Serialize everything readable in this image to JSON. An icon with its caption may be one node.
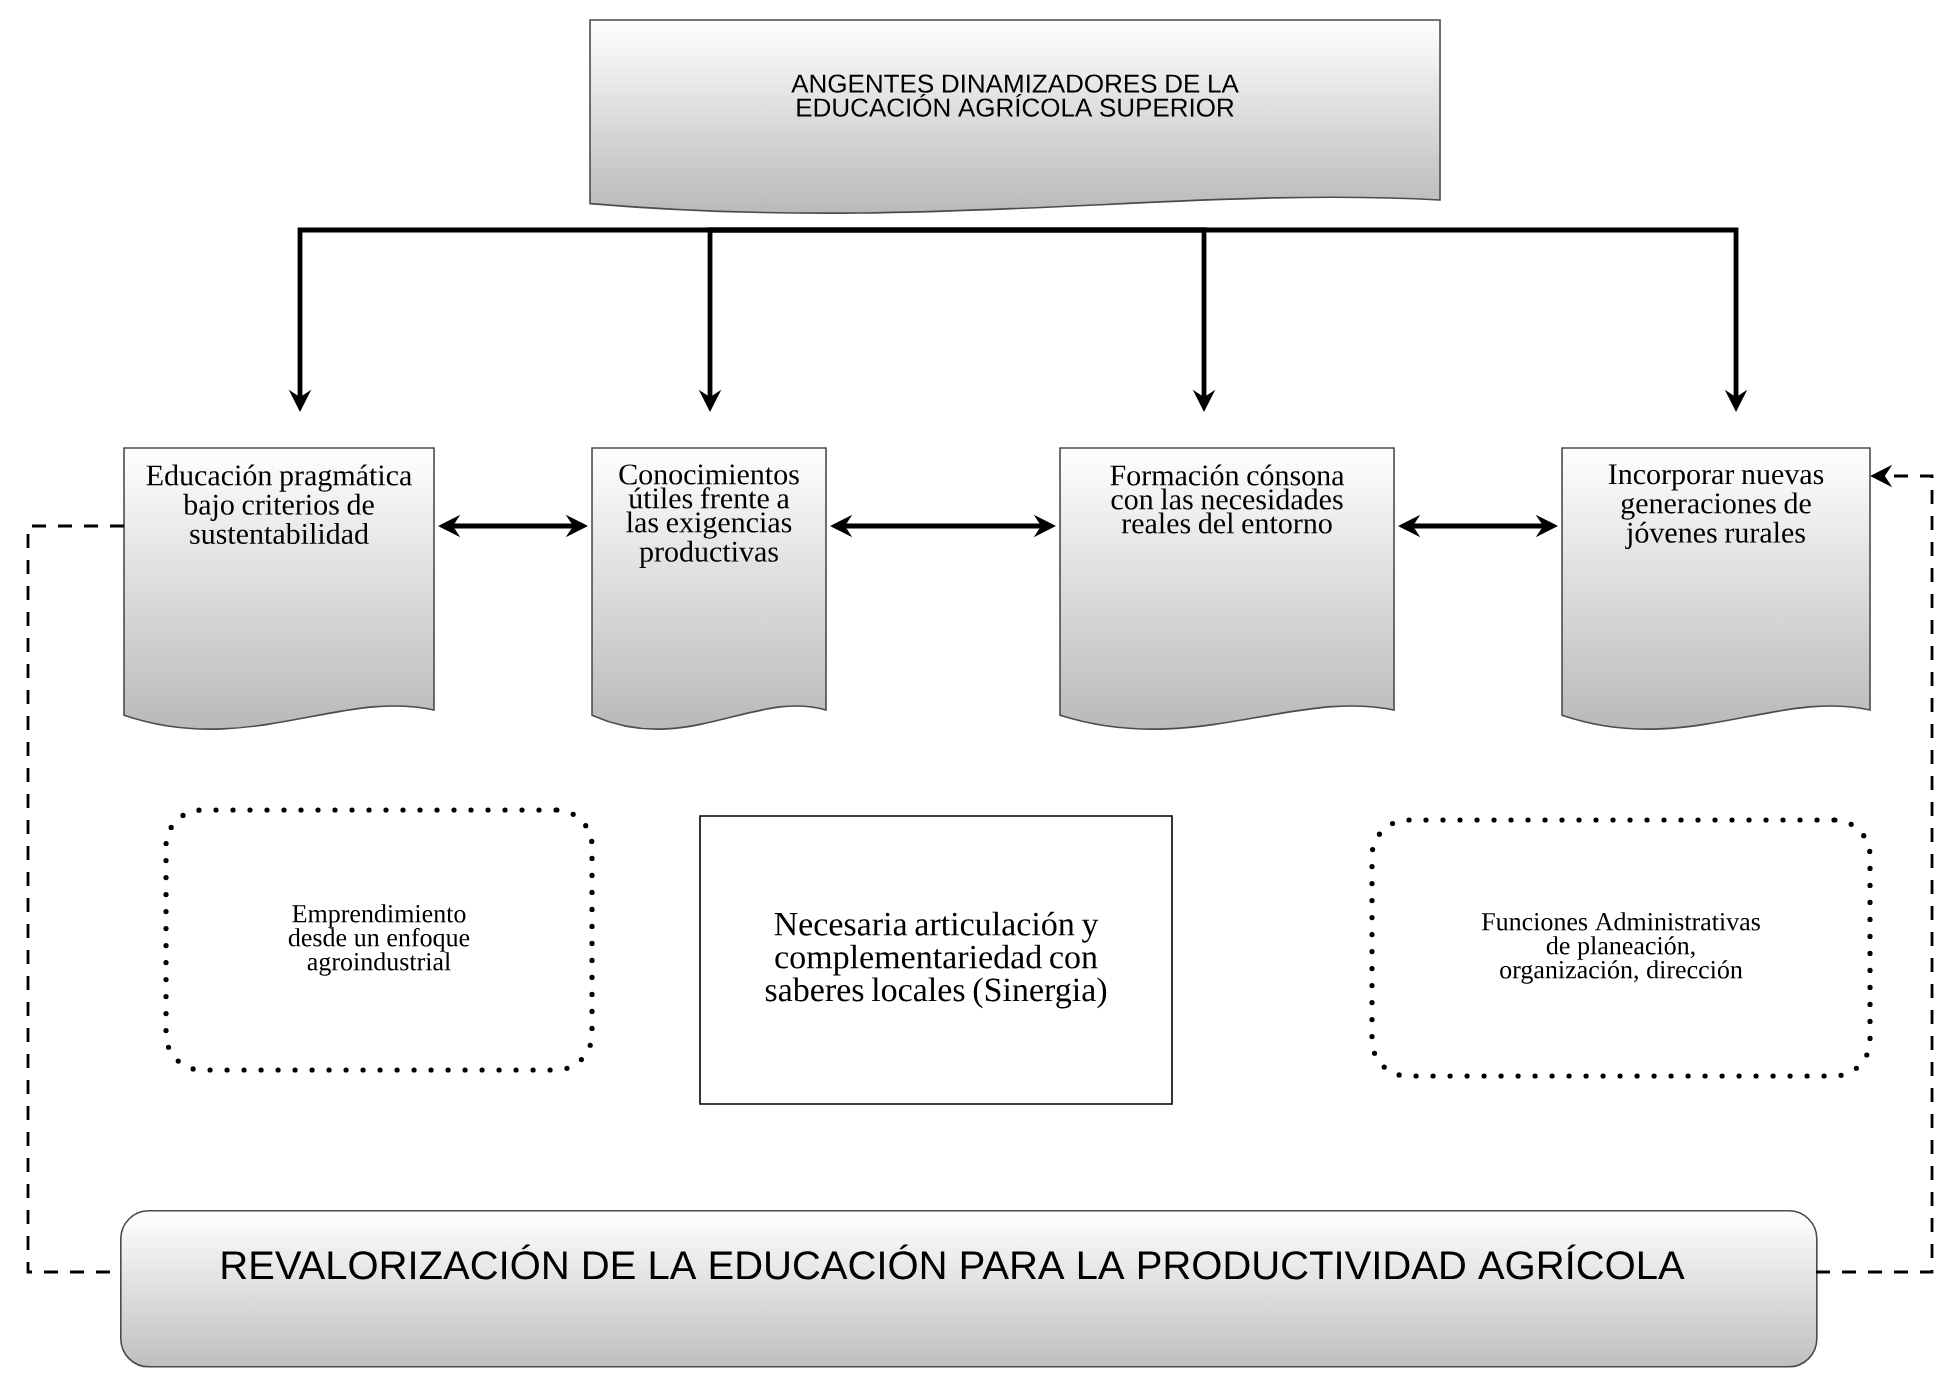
{
  "diagram": {
    "nodes": [
      {
        "text": [
          "ANGENTES DINAMIZADORES DE LA EDUCACIÓN AGRÍCOLA SUPERIOR"
        ]
      },
      {
        "text": [
          "Educación pragmática bajo criterios de sustentabilidad"
        ]
      },
      {
        "text": [
          "Conocimientos útiles frente a las exigencias productivas"
        ]
      },
      {
        "text": [
          "Formación cónsona con las necesidades reales del entorno"
        ]
      },
      {
        "text": [
          "Incorporar nuevas generaciones de jóvenes rurales"
        ]
      },
      {
        "text": [
          "Emprendimiento desde un enfoque agroindustrial"
        ]
      },
      {
        "text": [
          "Necesaria articulación y complementariedad con saberes locales (Sinergia)"
        ]
      },
      {
        "text": [
          "Funciones Administrativas de planeación, organización, dirección"
        ]
      },
      {
        "text": [
          "REVALORIZACIÓN DE LA EDUCACIÓN PARA LA PRODUCTIVIDAD AGRÍCOLA"
        ]
      }
    ],
    "edges": [
      {
        "from": 0,
        "to": 1,
        "arrow": "to"
      },
      {
        "from": 0,
        "to": 2,
        "arrow": "to"
      },
      {
        "from": 0,
        "to": 3,
        "arrow": "to"
      },
      {
        "from": 0,
        "to": 4,
        "arrow": "to"
      },
      {
        "from": 1,
        "to": 2,
        "arrow": "both"
      },
      {
        "from": 2,
        "to": 3,
        "arrow": "both"
      },
      {
        "from": 3,
        "to": 4,
        "arrow": "both"
      },
      {
        "from": 1,
        "to": 8,
        "arrow": "none",
        "style": "dashed"
      },
      {
        "from": 8,
        "to": 4,
        "arrow": "to",
        "style": "dashed"
      }
    ]
  }
}
